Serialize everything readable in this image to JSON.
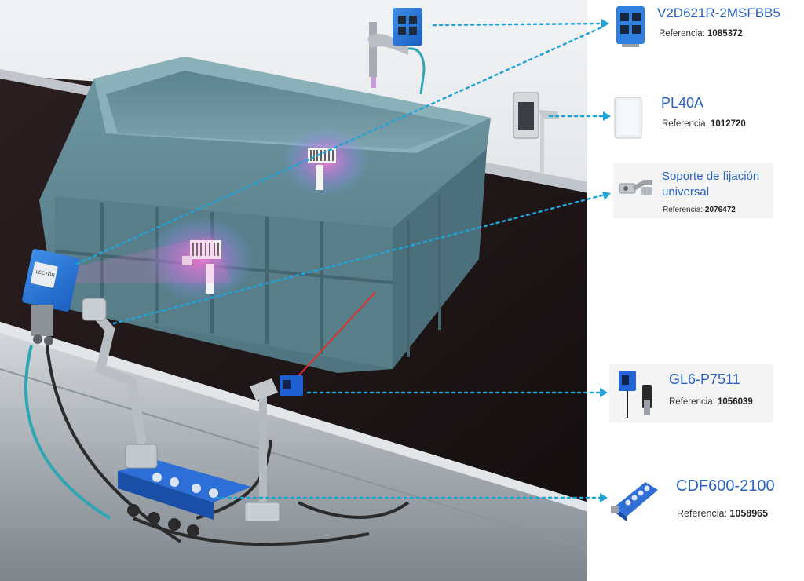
{
  "accent_color": "#2a63c6",
  "dot_color": "#20a4d8",
  "products": [
    {
      "name": "V2D621R-2MSFBB5",
      "ref_label": "Referencia:",
      "ref_number": "1085372",
      "icon": "camera-sensor-icon"
    },
    {
      "name": "PL40A",
      "ref_label": "Referencia:",
      "ref_number": "1012720",
      "icon": "reflector-plate-icon"
    },
    {
      "name_line1": "Soporte de fijación",
      "name_line2": "universal",
      "ref_label": "Referencia:",
      "ref_number": "2076472",
      "icon": "bracket-icon"
    },
    {
      "name": "GL6-P7511",
      "ref_label": "Referencia:",
      "ref_number": "1056039",
      "icon": "photoelectric-sensor-icon"
    },
    {
      "name": "CDF600-2100",
      "ref_label": "Referencia:",
      "ref_number": "1058965",
      "icon": "fieldbus-module-icon"
    }
  ],
  "scene_labels": {
    "reader_label": "LECTOR"
  }
}
